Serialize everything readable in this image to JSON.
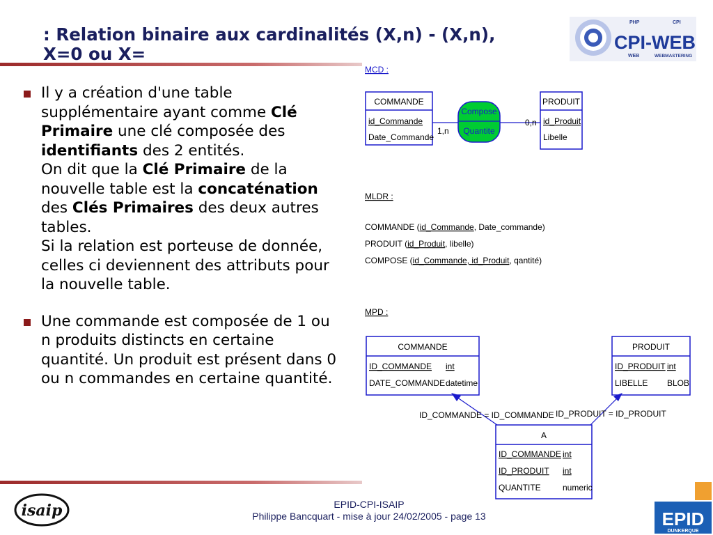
{
  "slide": {
    "title_line1": ": Relation binaire aux cardinalités (X,n) - (X,n),",
    "title_line2": "X=0 ou X="
  },
  "logos": {
    "cpi_main": "CPI-WEB",
    "cpi_php": "PHP",
    "cpi_cpi": "CPI",
    "cpi_web": "WEB",
    "cpi_webmastering": "WEBMASTERING",
    "isaip": "isaip",
    "epid": "EPID",
    "epid_sub": "DUNKERQUE"
  },
  "bullets": [
    {
      "t1": "Il y a création d'une table supplémentaire ayant comme ",
      "b1": "Clé Primaire",
      "t2": " une clé composée des ",
      "b2": "identifiants",
      "t3": " des 2 entités.",
      "t4": "On dit que la ",
      "b3": "Clé Primaire",
      "t5": " de la nouvelle table est la ",
      "b4": "concaténation",
      "t6": " des ",
      "b5": "Clés Primaires",
      "t7": " des deux autres tables.",
      "t8": "Si la relation est porteuse de donnée, celles ci deviennent des attributs pour la nouvelle table."
    },
    {
      "text": "Une commande est composée de 1 ou n produits distincts en certaine quantité. Un produit est présent dans 0 ou n commandes en certaine quantité."
    }
  ],
  "diagram": {
    "mcd": {
      "heading": "MCD :",
      "commande_title": "COMMANDE",
      "commande_attr1": "id_Commande",
      "commande_attr2": "Date_Commande",
      "relation_name": "Compose",
      "relation_attr": "Quantite",
      "card_left": "1,n",
      "card_right": "0,n",
      "produit_title": "PRODUIT",
      "produit_attr1": "id_Produit",
      "produit_attr2": "Libelle"
    },
    "mldr": {
      "heading": "MLDR :",
      "line1_pre": "COMMANDE (",
      "line1_key": "id_Commande",
      "line1_post": ", Date_commande)",
      "line2_pre": "PRODUIT (",
      "line2_key": "id_Produit",
      "line2_post": ", libelle)",
      "line3_pre": "COMPOSE (",
      "line3_key": "id_Commande, id_Produit",
      "line3_post": ", qantité)"
    },
    "mpd": {
      "heading": "MPD :",
      "commande_title": "COMMANDE",
      "commande_col1": "ID_COMMANDE",
      "commande_type1": "int",
      "commande_col2": "DATE_COMMANDE",
      "commande_type2": "datetime",
      "produit_title": "PRODUIT",
      "produit_col1": "ID_PRODUIT",
      "produit_type1": "int",
      "produit_col2": "LIBELLE",
      "produit_type2": "BLOB",
      "link_left": "ID_COMMANDE = ID_COMMANDE",
      "link_right": "ID_PRODUIT = ID_PRODUIT",
      "a_title": "A",
      "a_col1": "ID_COMMANDE",
      "a_type1": "int",
      "a_col2": "ID_PRODUIT",
      "a_type2": "int",
      "a_col3": "QUANTITE",
      "a_type3": "numeric"
    }
  },
  "footer": {
    "line1": "EPID-CPI-ISAIP",
    "line2": "Philippe Bancquart  - mise à jour 24/02/2005 - page 13"
  },
  "colors": {
    "title": "#1a1f5e",
    "accent_red": "#8b1a1a",
    "diagram_blue": "#1a1acc",
    "relation_green": "#00cc33"
  }
}
